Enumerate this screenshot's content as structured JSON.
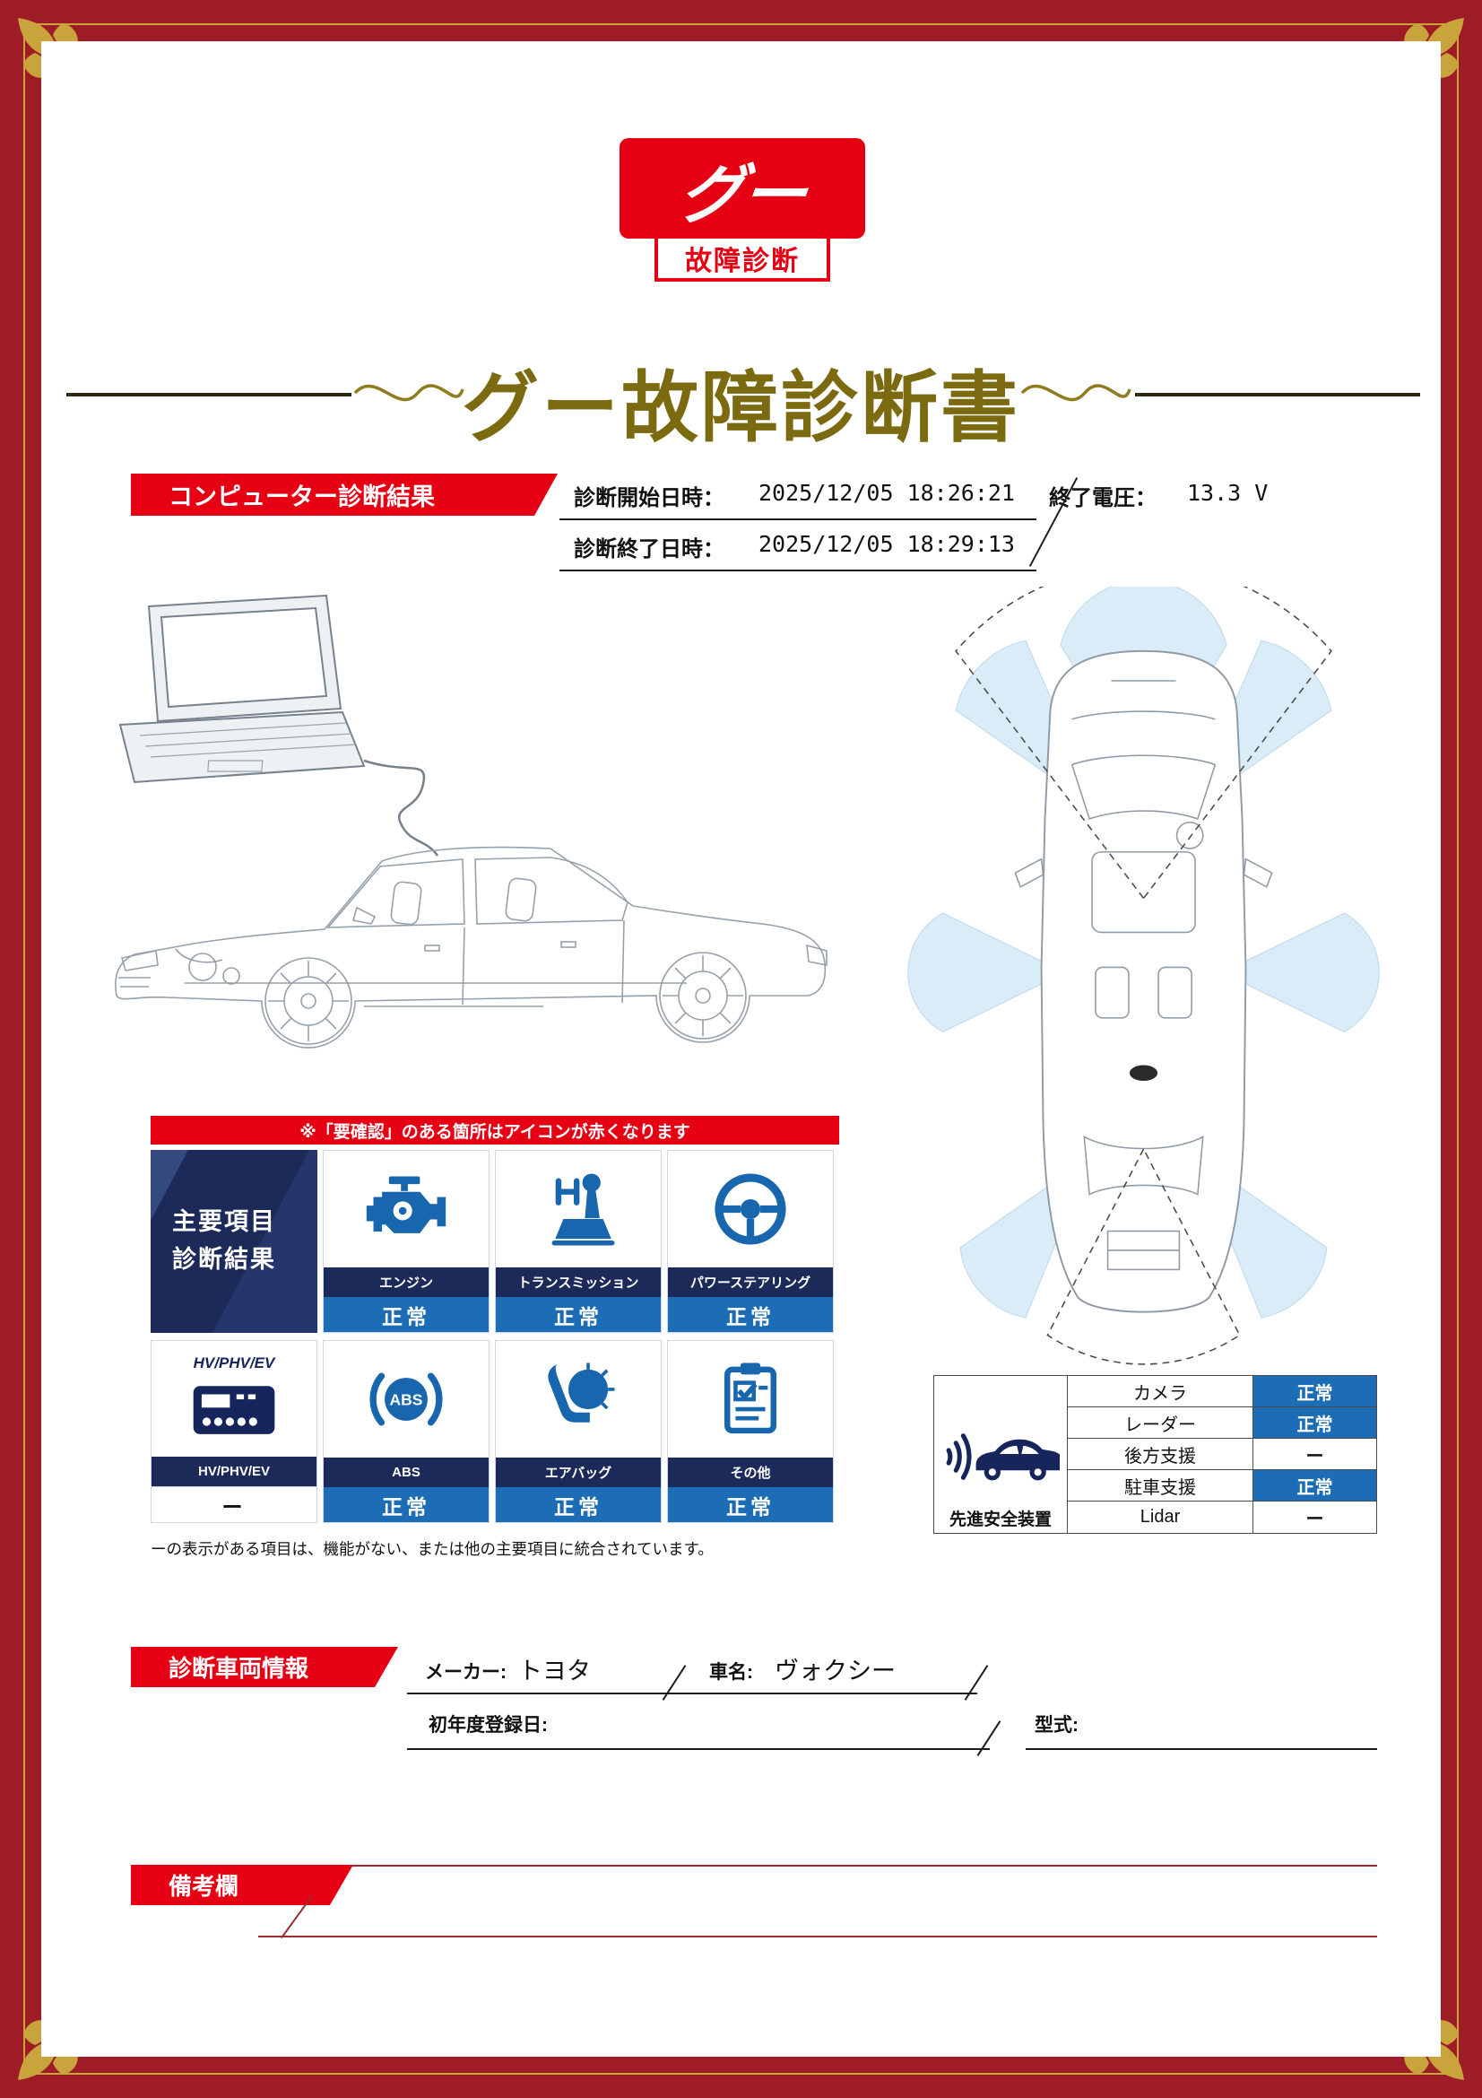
{
  "logo": {
    "main": "グー",
    "sub": "故障診断"
  },
  "title": "グー故障診断書",
  "computer_diagnosis": {
    "banner": "コンピューター診断結果",
    "start_label": "診断開始日時：",
    "start_value": "2025/12/05 18:26:21",
    "voltage_label": "終了電圧：",
    "voltage_value": "13.3 V",
    "end_label": "診断終了日時：",
    "end_value": "2025/12/05 18:29:13"
  },
  "notice": "※「要確認」のある箇所はアイコンが赤くなります",
  "main_results": {
    "header_line1": "主要項目",
    "header_line2": "診断結果",
    "items": [
      {
        "label": "エンジン",
        "status": "正常",
        "icon": "engine-icon"
      },
      {
        "label": "トランスミッション",
        "status": "正常",
        "icon": "transmission-icon"
      },
      {
        "label": "パワーステアリング",
        "status": "正常",
        "icon": "steering-wheel-icon"
      },
      {
        "label": "HV/PHV/EV",
        "status": "ー",
        "icon": "hv-phv-ev-icon",
        "icon_title": "HV/PHV/EV"
      },
      {
        "label": "ABS",
        "status": "正常",
        "icon": "abs-icon"
      },
      {
        "label": "エアバッグ",
        "status": "正常",
        "icon": "airbag-icon"
      },
      {
        "label": "その他",
        "status": "正常",
        "icon": "clipboard-check-icon"
      }
    ],
    "footnote": "ーの表示がある項目は、機能がない、または他の主要項目に統合されています。"
  },
  "safety": {
    "caption": "先進安全装置",
    "rows": [
      {
        "label": "カメラ",
        "status": "正常"
      },
      {
        "label": "レーダー",
        "status": "正常"
      },
      {
        "label": "後方支援",
        "status": "ー"
      },
      {
        "label": "駐車支援",
        "status": "正常"
      },
      {
        "label": "Lidar",
        "status": "ー"
      }
    ]
  },
  "vehicle": {
    "banner": "診断車両情報",
    "maker_label": "メーカー:",
    "maker_value": "トヨタ",
    "name_label": "車名:",
    "name_value": "ヴォクシー",
    "first_registration_label": "初年度登録日:",
    "model_label": "型式:"
  },
  "remarks": {
    "banner": "備考欄"
  },
  "colors": {
    "accent_red": "#e60014",
    "frame_red": "#9e1c25",
    "navy": "#1b2a58",
    "status_blue": "#1d6db6",
    "gold": "#c9a43c",
    "title_gold": "#7b6a10"
  }
}
